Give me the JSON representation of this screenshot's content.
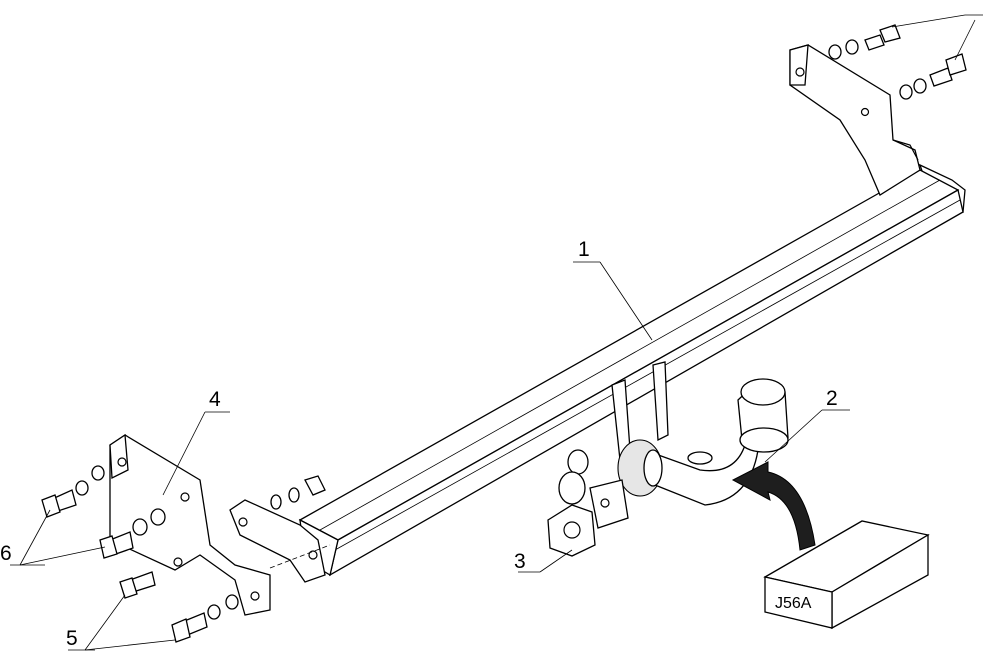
{
  "diagram": {
    "callouts": [
      {
        "id": "1",
        "text": "1"
      },
      {
        "id": "2",
        "text": "2"
      },
      {
        "id": "3",
        "text": "3"
      },
      {
        "id": "4",
        "text": "4"
      },
      {
        "id": "5",
        "text": "5"
      },
      {
        "id": "6",
        "text": "6"
      }
    ],
    "box_label": "J56A",
    "colors": {
      "line": "#000000",
      "background": "#ffffff",
      "arrow": "#1e1e1e"
    }
  }
}
